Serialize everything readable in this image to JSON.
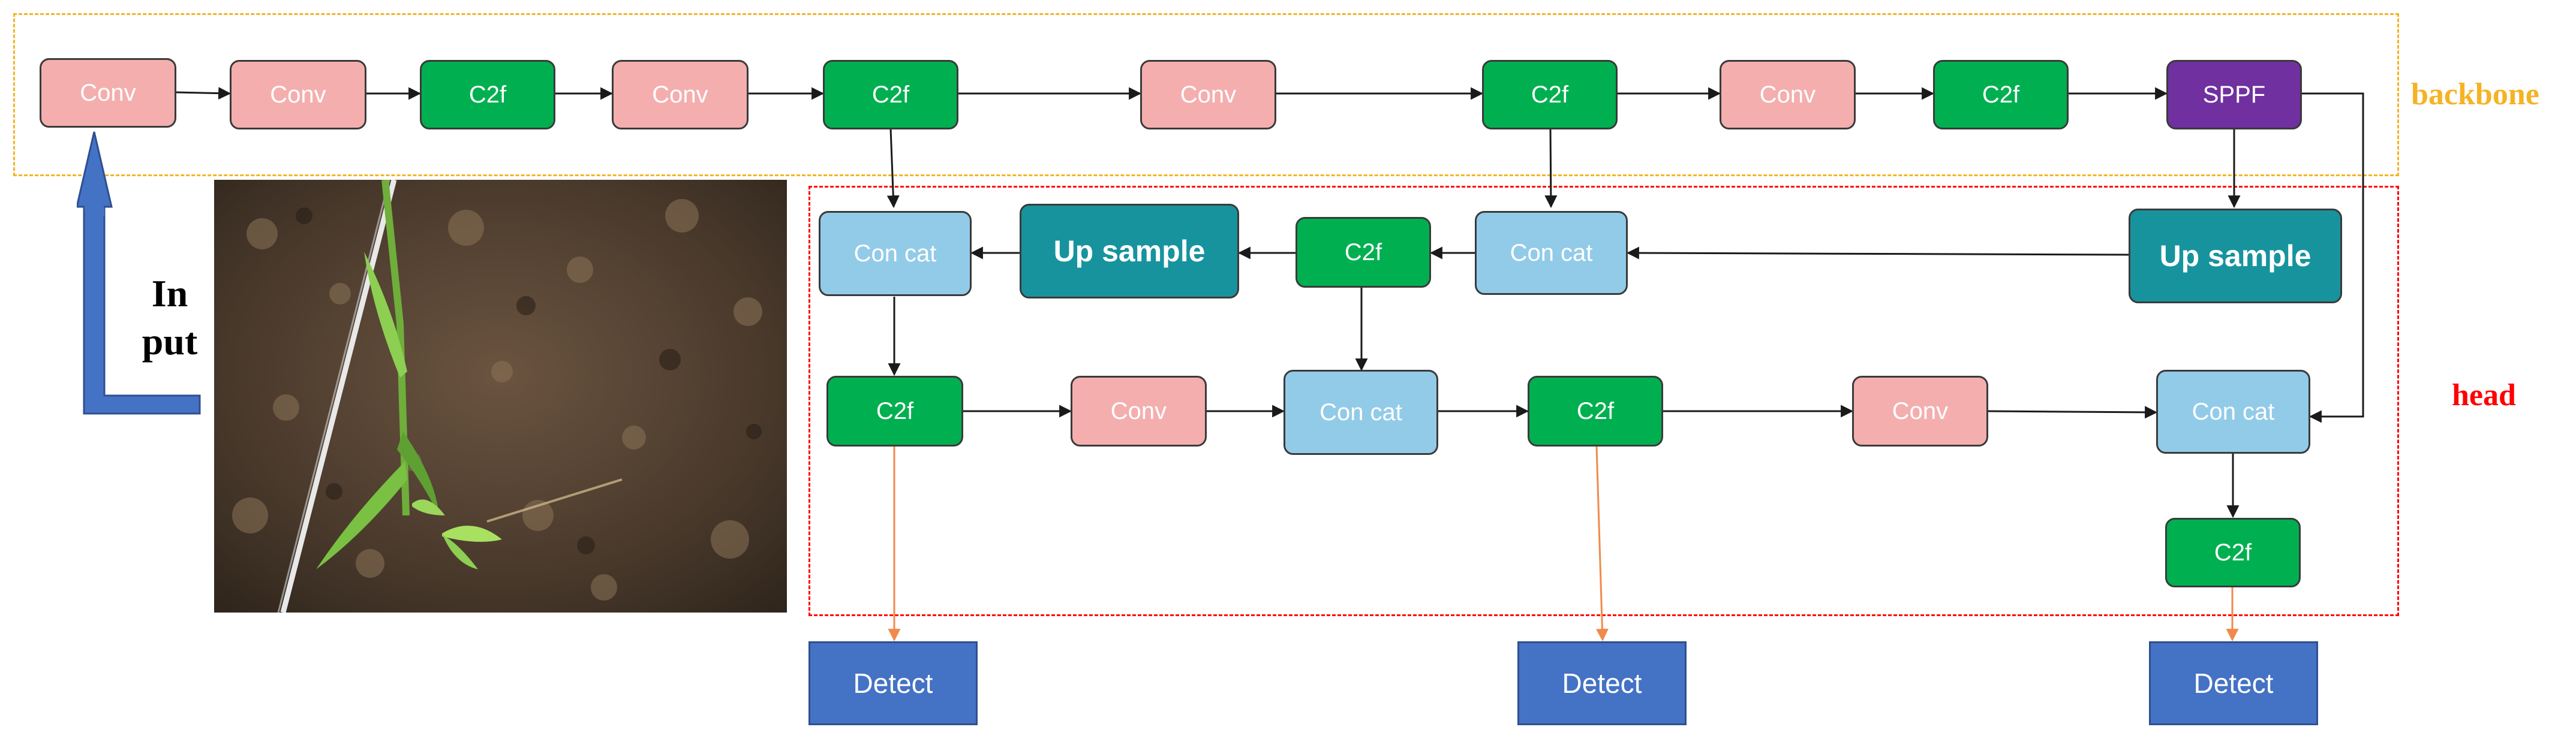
{
  "regions": {
    "backbone_label": "backbone",
    "head_label": "head"
  },
  "input_label": [
    "In",
    "put"
  ],
  "labels": {
    "conv": "Conv",
    "c2f": "C2f",
    "concat": "Con cat",
    "upsample": "Up sample",
    "sppf": "SPPF",
    "detect": "Detect"
  },
  "backbone_nodes": [
    {
      "id": "b1",
      "type": "conv",
      "label": "Conv"
    },
    {
      "id": "b2",
      "type": "conv",
      "label": "Conv"
    },
    {
      "id": "b3",
      "type": "c2f",
      "label": "C2f"
    },
    {
      "id": "b4",
      "type": "conv",
      "label": "Conv"
    },
    {
      "id": "b5",
      "type": "c2f",
      "label": "C2f"
    },
    {
      "id": "b6",
      "type": "conv",
      "label": "Conv"
    },
    {
      "id": "b7",
      "type": "c2f",
      "label": "C2f"
    },
    {
      "id": "b8",
      "type": "conv",
      "label": "Conv"
    },
    {
      "id": "b9",
      "type": "c2f",
      "label": "C2f"
    },
    {
      "id": "b10",
      "type": "sppf",
      "label": "SPPF"
    }
  ],
  "head_nodes": [
    {
      "id": "h1",
      "type": "concat",
      "label": "Con cat"
    },
    {
      "id": "h2",
      "type": "upsample",
      "label": "Up sample"
    },
    {
      "id": "h3",
      "type": "c2f",
      "label": "C2f"
    },
    {
      "id": "h4",
      "type": "concat",
      "label": "Con cat"
    },
    {
      "id": "h5",
      "type": "upsample",
      "label": "Up sample"
    },
    {
      "id": "h6",
      "type": "c2f",
      "label": "C2f"
    },
    {
      "id": "h7",
      "type": "conv",
      "label": "Conv"
    },
    {
      "id": "h8",
      "type": "concat",
      "label": "Con cat"
    },
    {
      "id": "h9",
      "type": "c2f",
      "label": "C2f"
    },
    {
      "id": "h10",
      "type": "conv",
      "label": "Conv"
    },
    {
      "id": "h11",
      "type": "concat",
      "label": "Con cat"
    },
    {
      "id": "h12",
      "type": "c2f",
      "label": "C2f"
    }
  ],
  "detect_nodes": [
    {
      "id": "d1",
      "label": "Detect"
    },
    {
      "id": "d2",
      "label": "Detect"
    },
    {
      "id": "d3",
      "label": "Detect"
    }
  ],
  "colors": {
    "conv": "#f4aeae",
    "c2f": "#00b050",
    "concat": "#92cbe8",
    "upsample": "#17939e",
    "sppf": "#7030a0",
    "detect": "#4472c4",
    "backbone": "#f5b324",
    "head": "#ff0000",
    "detect_arrow": "#f08a4b",
    "input_arrow": "#4472c4"
  }
}
